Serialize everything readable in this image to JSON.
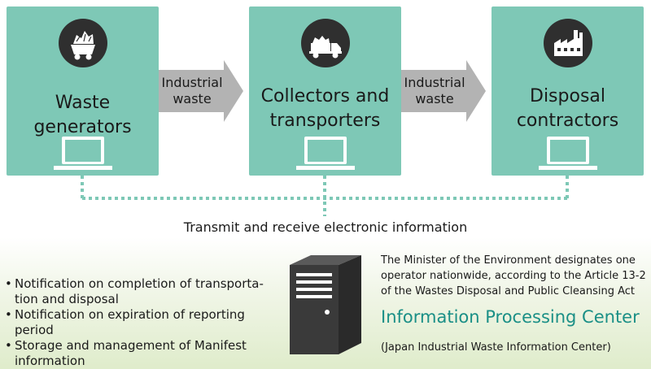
{
  "nodes": [
    {
      "label": "Waste generators",
      "icon": "mine-cart-icon"
    },
    {
      "label_line1": "Collectors and",
      "label_line2": "transporters",
      "icon": "truck-icon"
    },
    {
      "label_line1": "Disposal",
      "label_line2": "contractors",
      "icon": "factory-icon"
    }
  ],
  "arrows": [
    {
      "line1": "Industrial",
      "line2": "waste"
    },
    {
      "line1": "Industrial",
      "line2": "waste"
    }
  ],
  "connection_text": "Transmit and receive electronic information",
  "notifications": [
    {
      "line1": "Notification on completion of transporta-",
      "line2": "tion and disposal"
    },
    {
      "line1": "Notification on expiration of reporting period"
    },
    {
      "line1": "Storage and management of Manifest",
      "line2": "information"
    }
  ],
  "center": {
    "designation_line1": "The Minister of the Environment designates one",
    "designation_line2": "operator nationwide, according to the Article 13-2",
    "designation_line3": "of the Wastes Disposal and Public Cleansing Act",
    "name": "Information Processing Center",
    "subname": "(Japan Industrial Waste Information Center)",
    "icon": "server-icon"
  },
  "colors": {
    "node_fill": "#7ec8b6",
    "arrow_fill": "#b3b3b3",
    "dotted_line": "#7ec8b6",
    "center_title": "#1a8f86",
    "icon_dark": "#2f2f2f"
  }
}
